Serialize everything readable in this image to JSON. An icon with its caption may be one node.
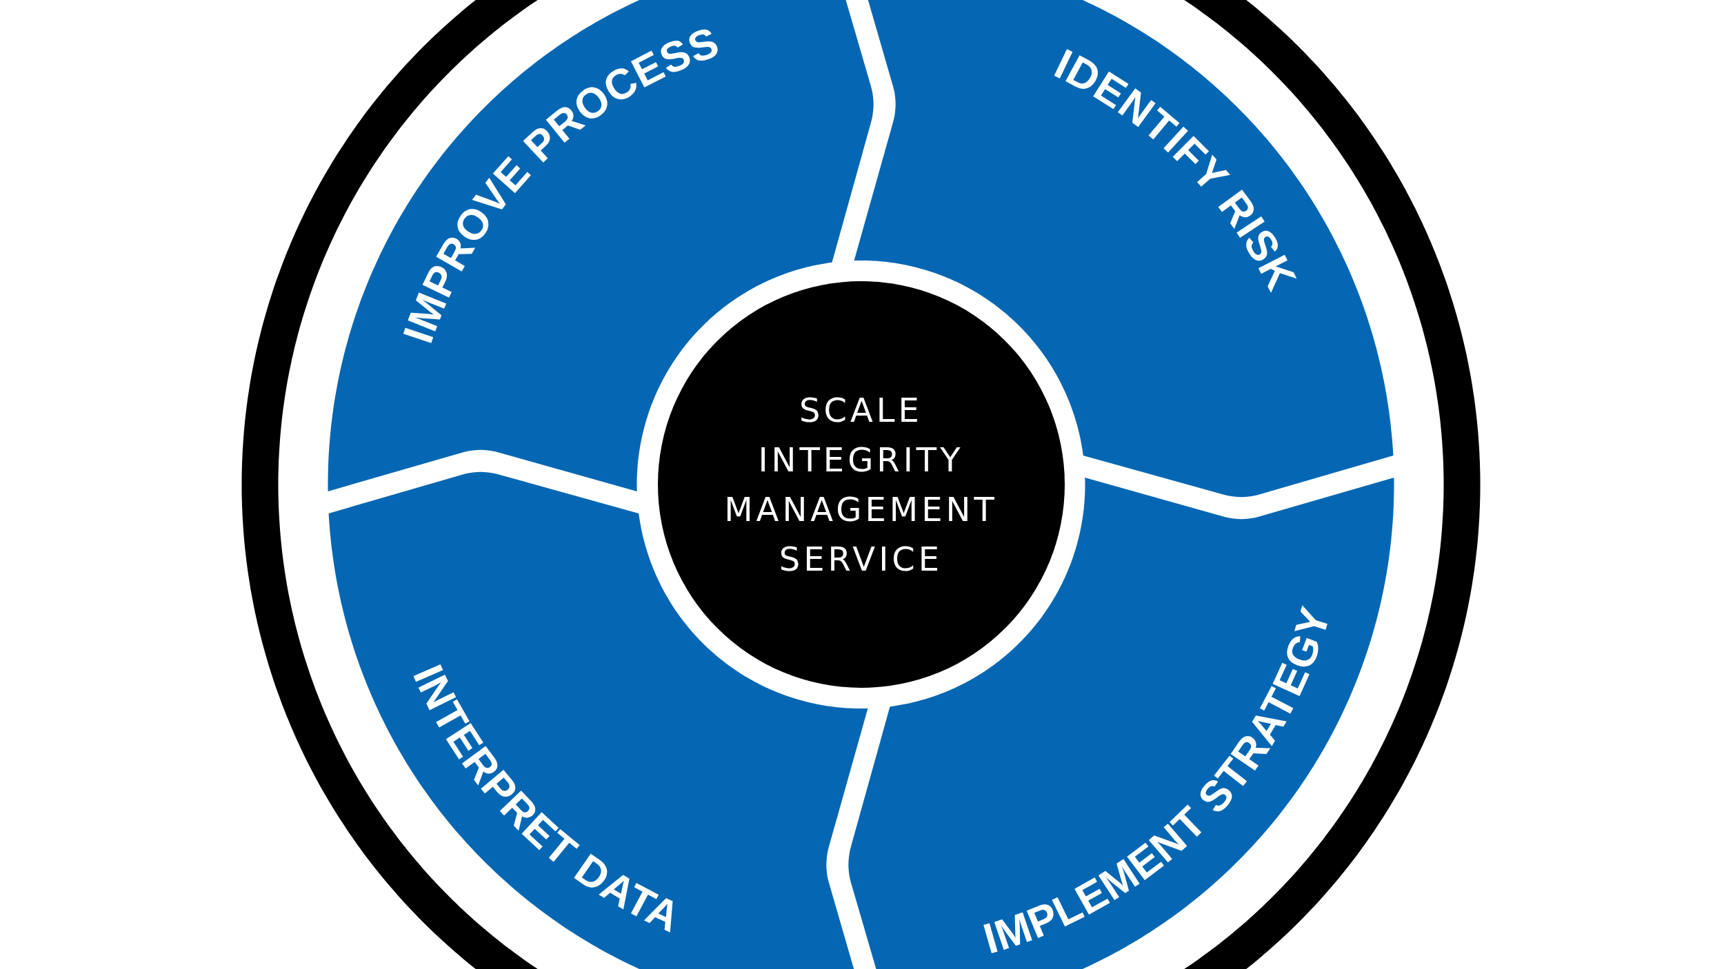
{
  "diagram": {
    "nodes": [
      {
        "text": [
          "IMPROVE PROCESS"
        ]
      },
      {
        "text": [
          "IDENTIFY RISK"
        ]
      },
      {
        "text": [
          "SCALE INTEGRITY MANAGEMENT SERVICE"
        ]
      },
      {
        "text": [
          "INTERPRET DATA"
        ]
      },
      {
        "text": [
          "IMPLEMENT STRATEGY"
        ]
      }
    ]
  }
}
